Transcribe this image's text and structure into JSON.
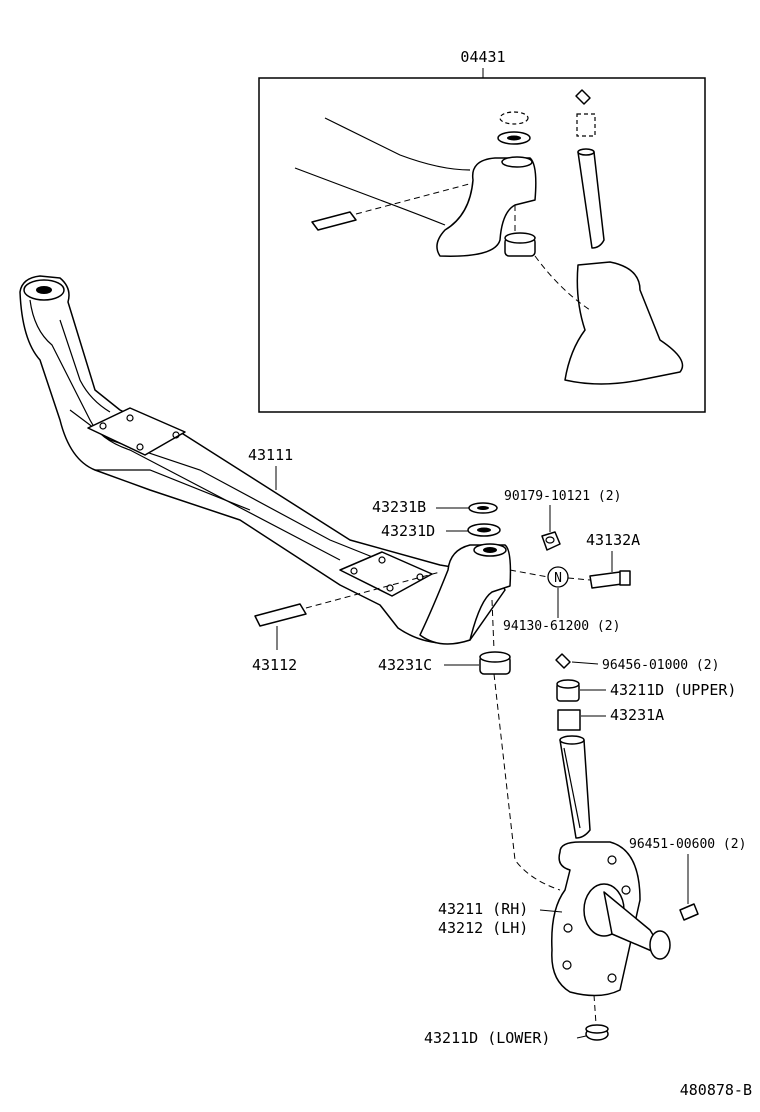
{
  "inset": {
    "part_no": "04431"
  },
  "parts": {
    "axle_beam": "43111",
    "knuckle_pin_lock": "43112",
    "bearing_b": "43231B",
    "shim_d": "43231D",
    "bearing_c": "43231C",
    "nut": "90179-10121 (2)",
    "bolt": "43132A",
    "washer": "94130-61200 (2)",
    "grease_fitting_upper": "96456-01000 (2)",
    "bushing_upper": "43211D (UPPER)",
    "bushing_a": "43231A",
    "grease_fitting": "96451-00600 (2)",
    "knuckle_rh": "43211 (RH)",
    "knuckle_lh": "43212 (LH)",
    "bushing_lower": "43211D (LOWER)"
  },
  "washer_mark": "N",
  "drawing_id": "480878-B"
}
